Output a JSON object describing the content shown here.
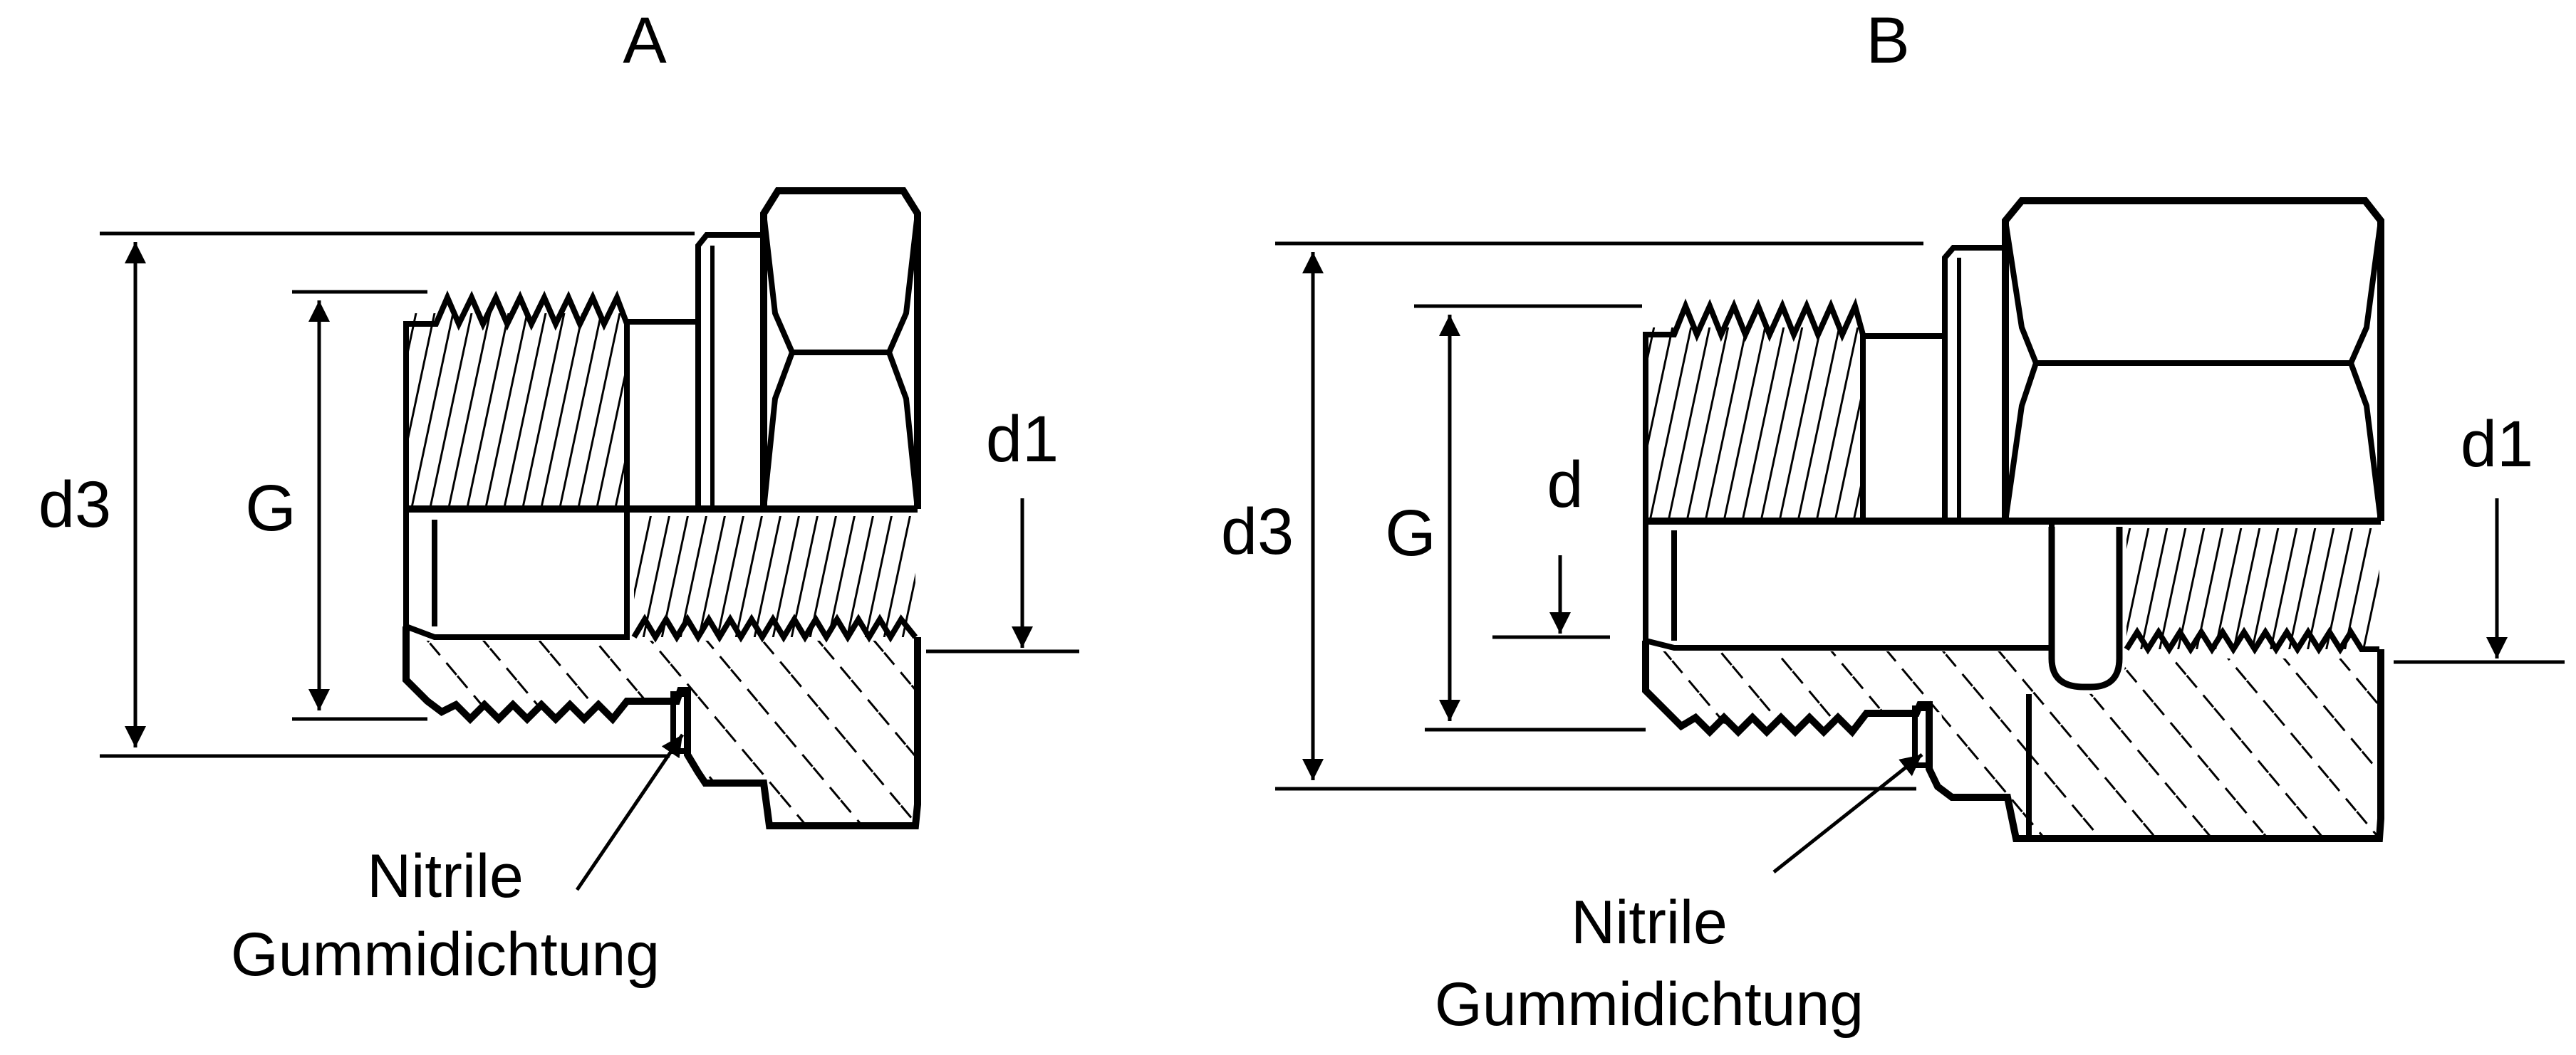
{
  "figure_a": {
    "title": "A",
    "label_d3": "d3",
    "label_g": "G",
    "label_d1": "d1",
    "seal_line1": "Nitrile",
    "seal_line2": "Gummidichtung"
  },
  "figure_b": {
    "title": "B",
    "label_d3": "d3",
    "label_g": "G",
    "label_d": "d",
    "label_d1": "d1",
    "seal_line1": "Nitrile",
    "seal_line2": "Gummidichtung"
  },
  "colors": {
    "ink": "#000000",
    "paper": "#ffffff"
  }
}
